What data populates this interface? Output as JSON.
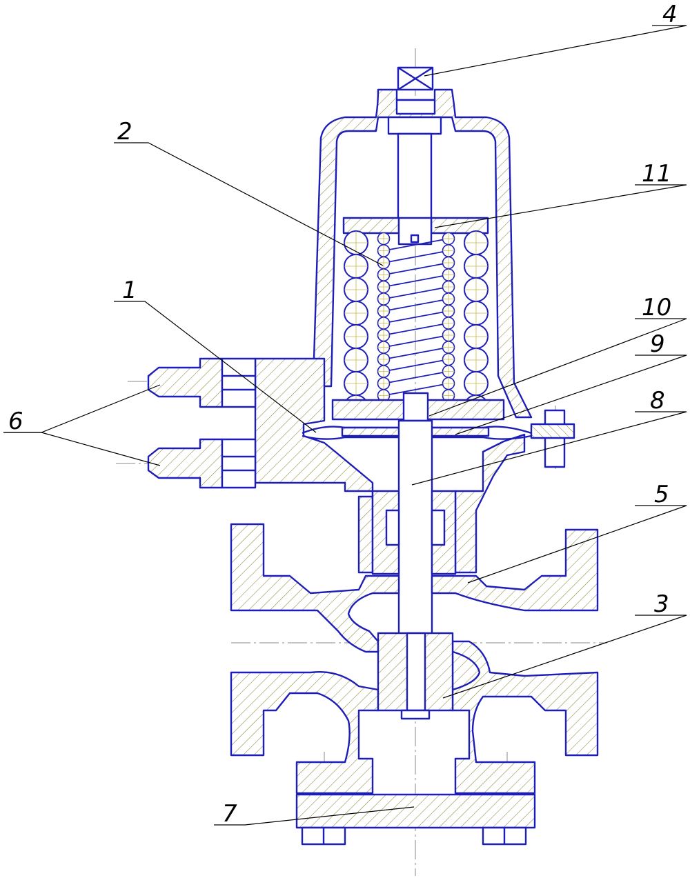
{
  "callouts": [
    {
      "id": "c1",
      "text": "1"
    },
    {
      "id": "c2",
      "text": "2"
    },
    {
      "id": "c3",
      "text": "3"
    },
    {
      "id": "c4",
      "text": "4"
    },
    {
      "id": "c5",
      "text": "5"
    },
    {
      "id": "c6",
      "text": "6"
    },
    {
      "id": "c7",
      "text": "7"
    },
    {
      "id": "c8",
      "text": "8"
    },
    {
      "id": "c9",
      "text": "9"
    },
    {
      "id": "c10",
      "text": "10"
    },
    {
      "id": "c11",
      "text": "11"
    }
  ],
  "colors": {
    "outline": "#1d1db8",
    "hatch": "#8a8a3a",
    "leader": "#000000",
    "centerline": "#8a8a8a"
  }
}
